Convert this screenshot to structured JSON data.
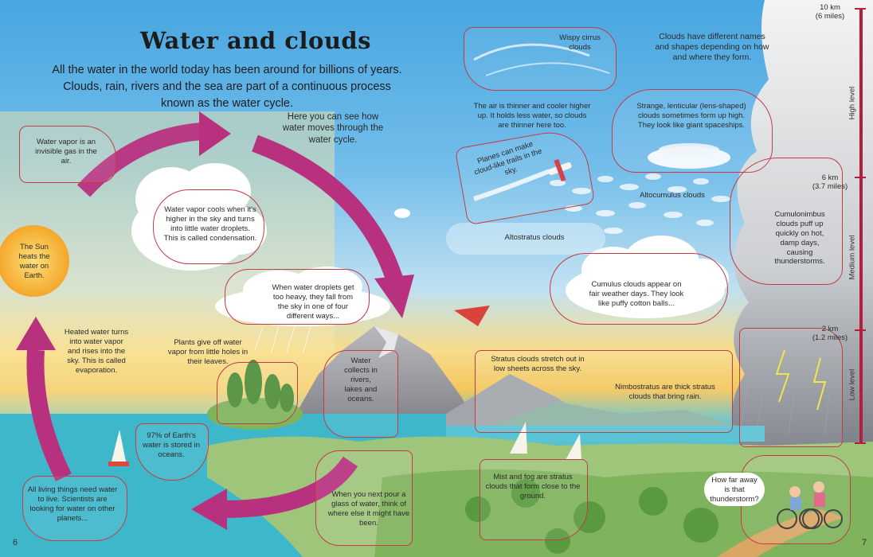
{
  "title": "Water and clouds",
  "intro": "All the water in the world today has been around for billions of years. Clouds, rain, rivers and the sea are part of a continuous process known as the water cycle.",
  "intro_cycle": "Here you can see how water moves through the water cycle.",
  "captions": {
    "water_vapor": "Water vapor is an invisible gas in the air.",
    "condensation": "Water vapor cools when it's higher in the sky and turns into little water droplets. This is called condensation.",
    "sun": "The Sun heats the water on Earth.",
    "droplets": "When water droplets get too heavy, they fall from the sky in one of four different ways...",
    "evaporation": "Heated water turns into water vapor and rises into the sky. This is called evaporation.",
    "plants": "Plants give off water vapor from little holes in their leaves.",
    "water_collects": "Water collects in rivers, lakes and oceans.",
    "oceans": "97% of Earth's water is stored in oceans.",
    "living": "All living things need water to live. Scientists are looking for water on other planets...",
    "glass": "When you next pour a glass of water, think of where else it might have been.",
    "cirrus": "Wispy cirrus clouds",
    "names": "Clouds have different names and shapes depending on how and where they form.",
    "thinner": "The air is thinner and cooler higher up. It holds less water, so clouds are thinner here too.",
    "lenticular": "Strange, lenticular (lens-shaped) clouds sometimes form up high. They look like giant spaceships.",
    "planes": "Planes can make cloud-like trails in the sky.",
    "altocumulus": "Altocumulus clouds",
    "altostratus": "Altostratus clouds",
    "cumulonimbus": "Cumulonimbus clouds puff up quickly on hot, damp days, causing thunderstorms.",
    "cumulus": "Cumulus clouds appear on fair weather days. They look like puffy cotton balls...",
    "stratus": "Stratus clouds stretch out in low sheets across the sky.",
    "nimbostratus": "Nimbostratus are thick stratus clouds that bring rain.",
    "mist": "Mist and fog are stratus clouds that form close to the ground.",
    "thunderstorm_question": "How far away is that thunderstorm?"
  },
  "scale": {
    "km10": "10 km",
    "mi10": "(6 miles)",
    "km6": "6 km",
    "mi6": "(3.7 miles)",
    "km2": "2 km",
    "mi2": "(1.2 miles)",
    "high": "High level",
    "medium": "Medium level",
    "low": "Low level"
  },
  "page_left": "6",
  "page_right": "7",
  "colors": {
    "accent_red": "#c43c46",
    "arrow_magenta": "#b8317f",
    "sun": "#f6b233"
  }
}
